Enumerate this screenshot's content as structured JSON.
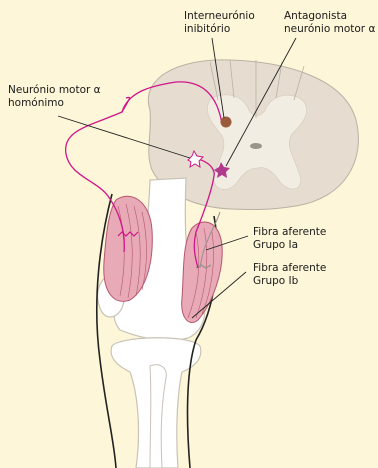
{
  "labels": {
    "interneuron": {
      "line1": "Interneurónio",
      "line2": "inibitório"
    },
    "antagonist": {
      "line1": "Antagonista",
      "line2": "neurónio motor α"
    },
    "homonymous": {
      "line1": "Neurónio motor α",
      "line2": "homónimo"
    },
    "ia": {
      "line1": "Fibra aferente",
      "line2": "Grupo Ia"
    },
    "ib": {
      "line1": "Fibra aferente",
      "line2": "Grupo Ib"
    }
  },
  "colors": {
    "background": "#fdf6d8",
    "spinal_cord": "#e6ddd0",
    "grey_matter": "#f2ede3",
    "nerve": "#d0168a",
    "muscle": "#e8aab6",
    "bone": "#ffffff"
  }
}
